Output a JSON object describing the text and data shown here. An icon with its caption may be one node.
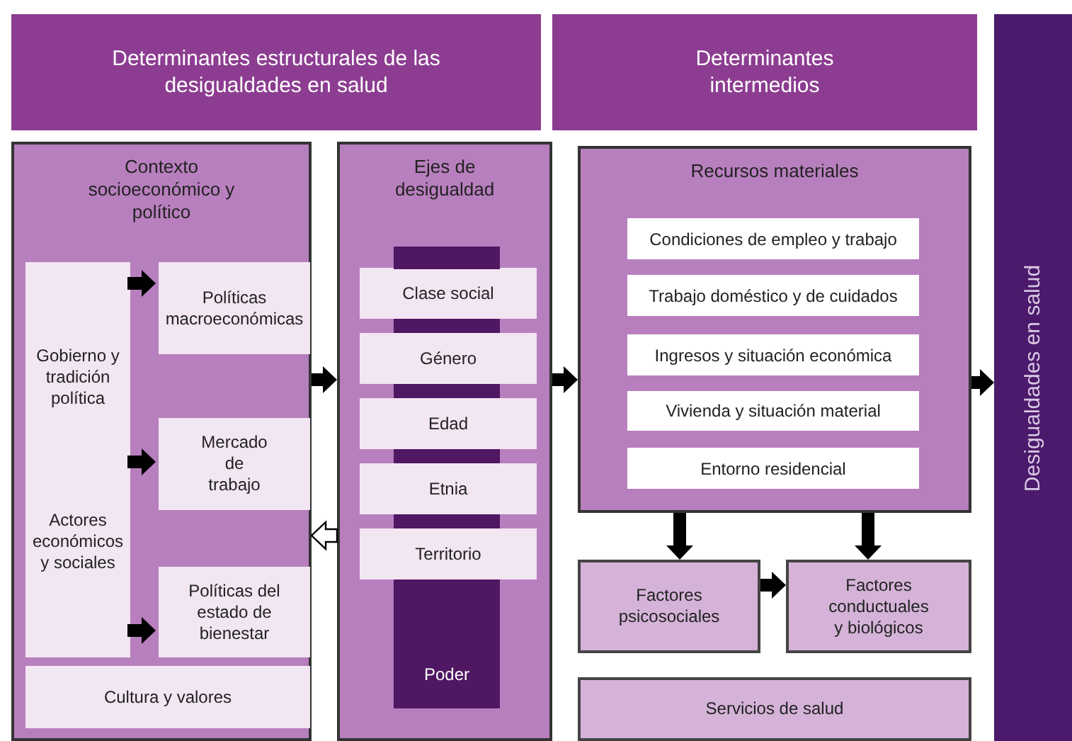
{
  "diagram": {
    "nodes": [
      {
        "text": [
          "Determinantes estructurales de las desigualdades en salud"
        ]
      },
      {
        "text": [
          "Determinantes intermedios"
        ]
      },
      {
        "text": [
          "Desigualdades en salud"
        ]
      },
      {
        "text": [
          "Contexto socioeconómico y político"
        ]
      },
      {
        "text": [
          "Gobierno y tradición política",
          "Actores económicos y sociales"
        ],
        "in": 3
      },
      {
        "text": [
          "Políticas macroeconómicas"
        ],
        "in": 3
      },
      {
        "text": [
          "Mercado de trabajo"
        ],
        "in": 3
      },
      {
        "text": [
          "Políticas del estado de bienestar"
        ],
        "in": 3
      },
      {
        "text": [
          "Cultura y valores"
        ],
        "in": 3
      },
      {
        "text": [
          "Ejes de desigualdad"
        ]
      },
      {
        "text": [
          "Poder"
        ],
        "in": 9
      },
      {
        "text": [
          "Clase social"
        ],
        "in": 9
      },
      {
        "text": [
          "Género"
        ],
        "in": 9
      },
      {
        "text": [
          "Edad"
        ],
        "in": 9
      },
      {
        "text": [
          "Etnia"
        ],
        "in": 9
      },
      {
        "text": [
          "Territorio"
        ],
        "in": 9
      },
      {
        "text": [
          "Recursos materiales"
        ]
      },
      {
        "text": [
          "Condiciones de empleo y trabajo"
        ],
        "in": 16
      },
      {
        "text": [
          "Trabajo doméstico y de cuidados"
        ],
        "in": 16
      },
      {
        "text": [
          "Ingresos y situación económica"
        ],
        "in": 16
      },
      {
        "text": [
          "Vivienda y situación material"
        ],
        "in": 16
      },
      {
        "text": [
          "Entorno residencial"
        ],
        "in": 16
      },
      {
        "text": [
          "Factores psicosociales"
        ]
      },
      {
        "text": [
          "Factores conductuales y biológicos"
        ]
      },
      {
        "text": [
          "Servicios de salud"
        ]
      },
      {
        "text": [],
        "shape": "bar",
        "in": 9
      }
    ],
    "edges": [
      {
        "from": 4,
        "to": 5,
        "arrow": "to"
      },
      {
        "from": 4,
        "to": 6,
        "arrow": "to"
      },
      {
        "from": 4,
        "to": 7,
        "arrow": "to"
      },
      {
        "from": 3,
        "to": 9,
        "arrow": "to"
      },
      {
        "from": 9,
        "to": 3,
        "arrow": "to",
        "color": "#ffffff"
      },
      {
        "from": 9,
        "to": 16,
        "arrow": "to"
      },
      {
        "from": 16,
        "to": 2,
        "arrow": "to"
      },
      {
        "from": 16,
        "to": 22,
        "arrow": "to"
      },
      {
        "from": 16,
        "to": 23,
        "arrow": "to"
      },
      {
        "from": 22,
        "to": 23,
        "arrow": "to"
      }
    ]
  }
}
